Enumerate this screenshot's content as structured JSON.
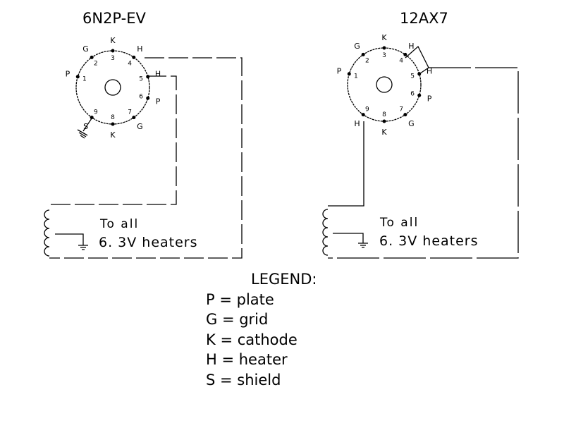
{
  "tubes": [
    {
      "title": "6N2P-EV",
      "pins": [
        {
          "num": "1",
          "label": "P"
        },
        {
          "num": "2",
          "label": "G"
        },
        {
          "num": "3",
          "label": "K"
        },
        {
          "num": "4",
          "label": "H"
        },
        {
          "num": "5",
          "label": "H"
        },
        {
          "num": "6",
          "label": "P"
        },
        {
          "num": "7",
          "label": "G"
        },
        {
          "num": "8",
          "label": "K"
        },
        {
          "num": "9",
          "label": "S"
        }
      ],
      "note_line1": "To all",
      "note_line2": "6. 3V heaters"
    },
    {
      "title": "12AX7",
      "pins": [
        {
          "num": "1",
          "label": "P"
        },
        {
          "num": "2",
          "label": "G"
        },
        {
          "num": "3",
          "label": "K"
        },
        {
          "num": "4",
          "label": "H"
        },
        {
          "num": "5",
          "label": "H"
        },
        {
          "num": "6",
          "label": "P"
        },
        {
          "num": "7",
          "label": "G"
        },
        {
          "num": "8",
          "label": "K"
        },
        {
          "num": "9",
          "label": "H"
        }
      ],
      "note_line1": "To all",
      "note_line2": "6. 3V heaters"
    }
  ],
  "legend": {
    "heading": "LEGEND:",
    "items": [
      "P = plate",
      "G = grid",
      "K = cathode",
      "H = heater",
      "S = shield"
    ]
  }
}
